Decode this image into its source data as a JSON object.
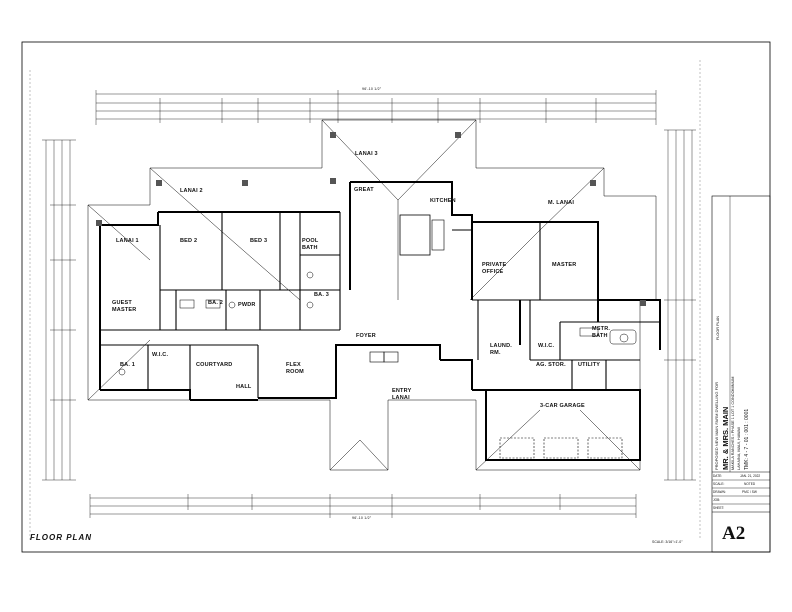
{
  "sheet": {
    "title": "FLOOR PLAN",
    "scale_note": "SCALE: 3/16\"=1'-0\"",
    "sheet_number": "A2"
  },
  "project": {
    "line1": "PROPOSED NEW MAIN FARM DWELLING FOR",
    "line2": "MR. & MRS. MAIN",
    "line3": "MAKILA RANCHES • PHASE 1 LOT 1 CONDOMINIUM",
    "line4": "LAHAINA, MAUI, HAWAII",
    "line5": "TMK: 4 - 7 - 01 : 001 : 0001"
  },
  "title_block": {
    "plan_name": "FLOOR PLAN",
    "date_label": "DATE:",
    "date_value": "JAN. 21, 2022",
    "scale_label": "SCALE:",
    "scale_value": "NOTED",
    "drawn_label": "DRAWN:",
    "drawn_value": "PMC / SW",
    "job_label": "JOB:",
    "sheet_label": "SHEET:"
  },
  "rooms": [
    {
      "id": "lanai3",
      "label": "LANAI 3"
    },
    {
      "id": "great",
      "label": "GREAT"
    },
    {
      "id": "kitchen",
      "label": "KITCHEN"
    },
    {
      "id": "lanai2",
      "label": "LANAI 2"
    },
    {
      "id": "mlanai",
      "label": "M. LANAI"
    },
    {
      "id": "lanai1",
      "label": "LANAI 1"
    },
    {
      "id": "bed2",
      "label": "BED 2"
    },
    {
      "id": "bed3",
      "label": "BED 3"
    },
    {
      "id": "poolbath",
      "label": "POOL BATH"
    },
    {
      "id": "guestmaster",
      "label": "GUEST MASTER"
    },
    {
      "id": "ba2",
      "label": "BA. 2"
    },
    {
      "id": "pwdr",
      "label": "PWDR"
    },
    {
      "id": "ba3",
      "label": "BA. 3"
    },
    {
      "id": "privateoffice",
      "label": "PRIVATE OFFICE"
    },
    {
      "id": "master",
      "label": "MASTER"
    },
    {
      "id": "foyer",
      "label": "FOYER"
    },
    {
      "id": "laund",
      "label": "LAUND. RM."
    },
    {
      "id": "wic",
      "label": "W.I.C."
    },
    {
      "id": "mstrbath",
      "label": "MSTR. BATH"
    },
    {
      "id": "ba1",
      "label": "BA. 1"
    },
    {
      "id": "wic2",
      "label": "W.I.C."
    },
    {
      "id": "courtyard",
      "label": "COURTYARD"
    },
    {
      "id": "flexroom",
      "label": "FLEX ROOM"
    },
    {
      "id": "hall",
      "label": "HALL"
    },
    {
      "id": "agstor",
      "label": "AG. STOR."
    },
    {
      "id": "utility",
      "label": "UTILITY"
    },
    {
      "id": "entrylanai",
      "label": "ENTRY LANAI"
    },
    {
      "id": "garage",
      "label": "3-CAR GARAGE"
    }
  ],
  "dimensions": {
    "overall_top": "96'-10 1/2\"",
    "overall_bottom": "96'-10 1/2\""
  }
}
